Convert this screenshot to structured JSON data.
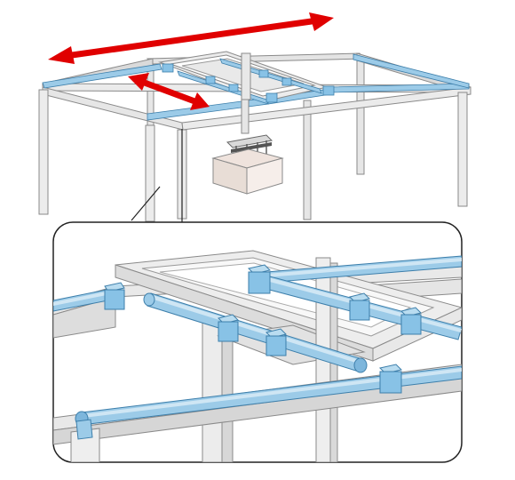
{
  "figure": {
    "subject": "gantry-frame-with-linear-guide-rails",
    "colors": {
      "frame_face": "#ececec",
      "frame_side": "#d3d3d3",
      "frame_edge": "#8a8a8a",
      "rail_light": "#cfe6f4",
      "rail_mid": "#9ccbe8",
      "rail_dark": "#5f9ec6",
      "bearing_block": "#88c2e6",
      "bearing_edge": "#3d7fab",
      "arrow": "#e00000",
      "payload_face": "#f4ebe6",
      "payload_side": "#dccfc7",
      "callout_border": "#222222"
    },
    "icons": {
      "x_axis_motion": "double-headed-arrow",
      "y_axis_motion": "double-headed-arrow"
    }
  }
}
